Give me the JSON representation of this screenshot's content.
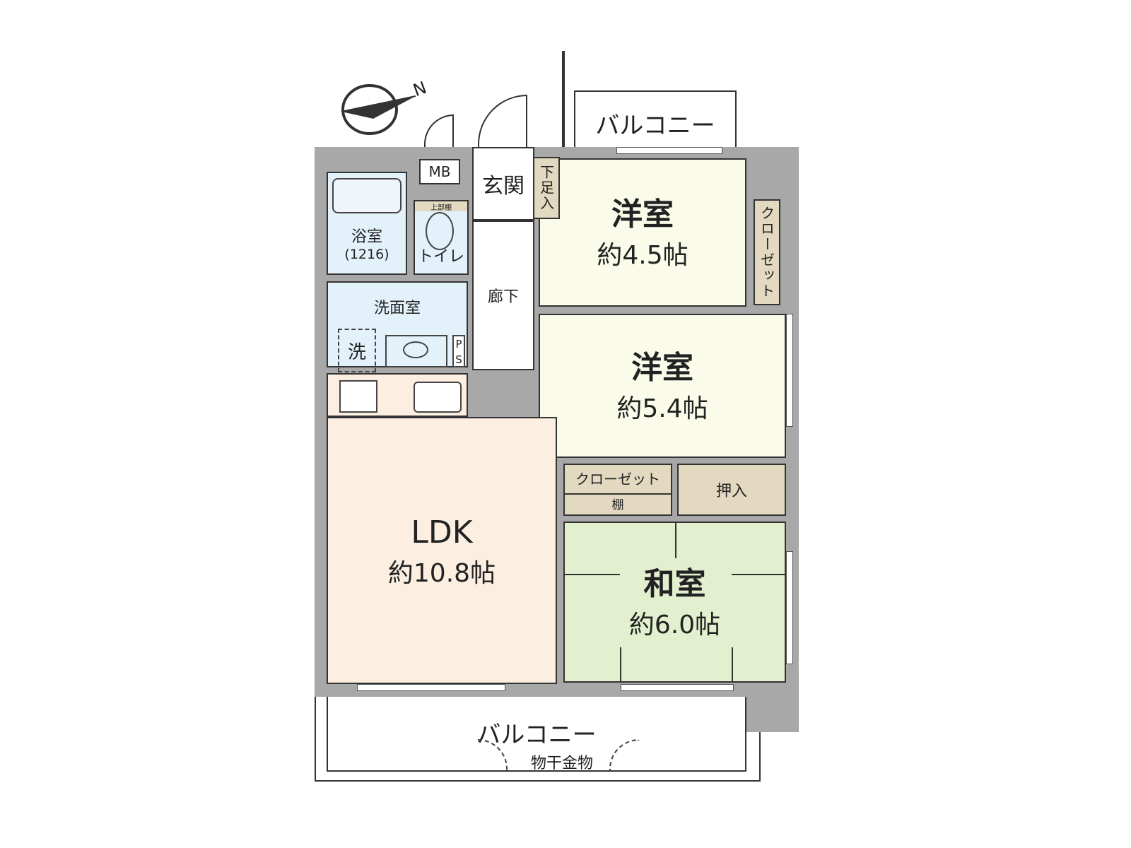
{
  "compass": {
    "label": "N"
  },
  "rooms": {
    "balcony_top": "バルコニー",
    "mb": "MB",
    "entrance": "玄関",
    "shoe_storage": "下足入",
    "bath": {
      "name": "浴室",
      "size": "(1216)"
    },
    "upper_shelf": "上部棚",
    "toilet": "トイレ",
    "hallway": "廊下",
    "washroom": "洗面室",
    "washer": "洗",
    "ps": "PS",
    "western1": {
      "name": "洋室",
      "size": "約4.5帖"
    },
    "closet1": "クローゼット",
    "western2": {
      "name": "洋室",
      "size": "約5.4帖"
    },
    "closet2": "クローゼット",
    "shelf": "棚",
    "oshiire": "押入",
    "ldk": {
      "name": "LDK",
      "size": "約10.8帖"
    },
    "washitsu": {
      "name": "和室",
      "size": "約6.0帖"
    },
    "balcony_bottom": "バルコニー",
    "drying_hardware": "物干金物"
  }
}
